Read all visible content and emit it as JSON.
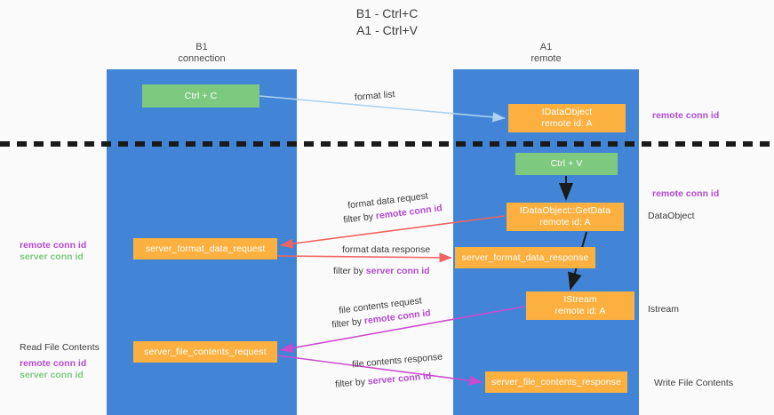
{
  "title": "B1 - Ctrl+C\nA1 - Ctrl+V",
  "lanes": [
    {
      "name": "b1",
      "heading": "B1\nconnection"
    },
    {
      "name": "a1",
      "heading": "A1\nremote"
    }
  ],
  "nodes": {
    "ctrl_c": {
      "line1": "Ctrl + C",
      "line2": ""
    },
    "idataobject": {
      "line1": "IDataObject",
      "line2": "remote id: A"
    },
    "ctrl_v": {
      "line1": "Ctrl + V",
      "line2": ""
    },
    "getdata": {
      "line1": "IDataObject::GetData",
      "line2": "remote id: A"
    },
    "server_format_data_request": {
      "line1": "server_format_data_request",
      "line2": ""
    },
    "server_format_data_response": {
      "line1": "server_format_data_response",
      "line2": ""
    },
    "istream": {
      "line1": "IStream",
      "line2": "remote id: A"
    },
    "server_file_contents_request": {
      "line1": "server_file_contents_request",
      "line2": ""
    },
    "server_file_contents_response": {
      "line1": "server_file_contents_response",
      "line2": ""
    }
  },
  "edge_labels": {
    "format_list": "format list",
    "format_data_request": "format data request",
    "format_data_request_filter_prefix": "filter by ",
    "format_data_request_filter_key": "remote conn id",
    "format_data_response": "format data response",
    "format_data_response_filter_prefix": "filter by ",
    "format_data_response_filter_key": "server conn id",
    "file_contents_request": "file contents request",
    "file_contents_request_filter_prefix": "filter by ",
    "file_contents_request_filter_key": "remote conn id",
    "file_contents_response": "file contents response",
    "file_contents_response_filter_prefix": "filter by ",
    "file_contents_response_filter_key": "server conn id"
  },
  "side_labels": {
    "right_top_remote_conn_id": "remote conn id",
    "right_mid_remote_conn_id": "remote conn id",
    "right_dataobject": "DataObject",
    "right_istream": "Istream",
    "right_write_file_contents": "Write File Contents",
    "left_remote_conn_id": "remote conn id",
    "left_server_conn_id": "server conn id",
    "left_read_file_contents": "Read File Contents",
    "left_bottom_remote_conn_id": "remote conn id",
    "left_bottom_server_conn_id": "server conn id"
  },
  "colors": {
    "lane": "#4285d6",
    "node_green": "#7dc97f",
    "node_orange": "#fbb040",
    "arrow_light_blue": "#aed2f0",
    "arrow_red": "#ef6360",
    "arrow_magenta": "#cc4ad0",
    "arrow_black": "#1a1a1a",
    "highlight_remote": "#b44ad0",
    "highlight_server": "#7dc97f",
    "background": "#fafafa",
    "divider": "#1a1a1a"
  }
}
